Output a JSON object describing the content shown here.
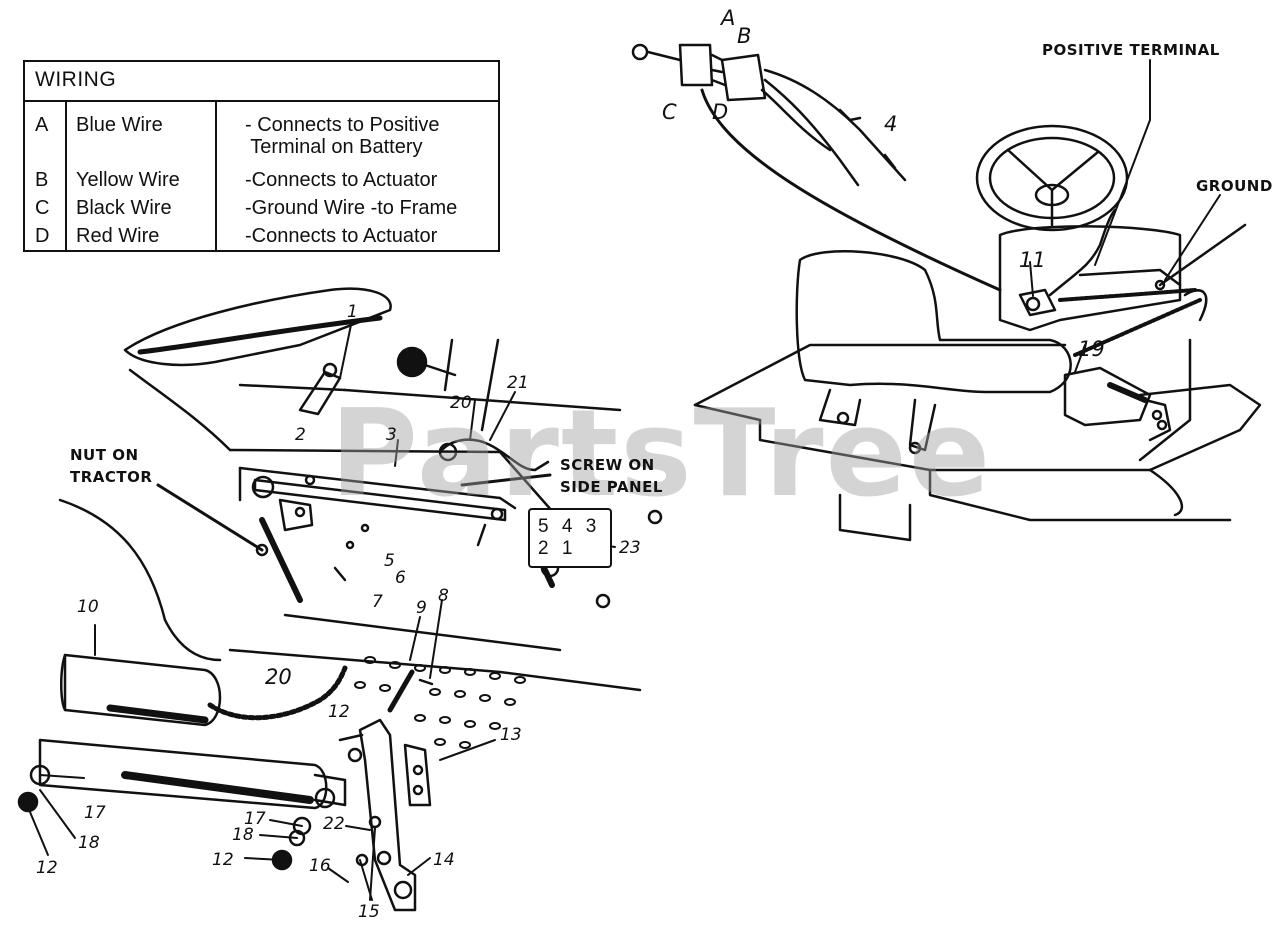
{
  "wiring": {
    "title": "WIRING",
    "rows": [
      {
        "code": "A",
        "wire": "Blue Wire",
        "desc": "- Connects to Positive\n Terminal on Battery"
      },
      {
        "code": "B",
        "wire": "Yellow Wire",
        "desc": "-Connects to Actuator"
      },
      {
        "code": "C",
        "wire": "Black Wire",
        "desc": "-Ground Wire -to Frame"
      },
      {
        "code": "D",
        "wire": "Red Wire",
        "desc": "-Connects to Actuator"
      }
    ]
  },
  "labels": {
    "nut_on_tractor_1": "NUT ON",
    "nut_on_tractor_2": "TRACTOR",
    "screw_on_1": "SCREW ON",
    "screw_on_2": "SIDE PANEL",
    "positive_terminal": "POSITIVE TERMINAL",
    "ground": "GROUND"
  },
  "connector_letters": {
    "a": "A",
    "b": "B",
    "c": "C",
    "d": "D"
  },
  "plate_text": "5 4 3 2 1",
  "callouts": {
    "c1": "1",
    "c2": "2",
    "c3": "3",
    "c4": "4",
    "c5": "5",
    "c6": "6",
    "c7": "7",
    "c8": "8",
    "c9": "9",
    "c10": "10",
    "c11": "11",
    "c12a": "12",
    "c12b": "12",
    "c12c": "12",
    "c13": "13",
    "c14": "14",
    "c15": "15",
    "c16": "16",
    "c17a": "17",
    "c17b": "17",
    "c18a": "18",
    "c18b": "18",
    "c19": "19",
    "c20a": "20",
    "c20b": "20",
    "c21": "21",
    "c22": "22",
    "c23": "23"
  },
  "watermark": "PartsTree"
}
